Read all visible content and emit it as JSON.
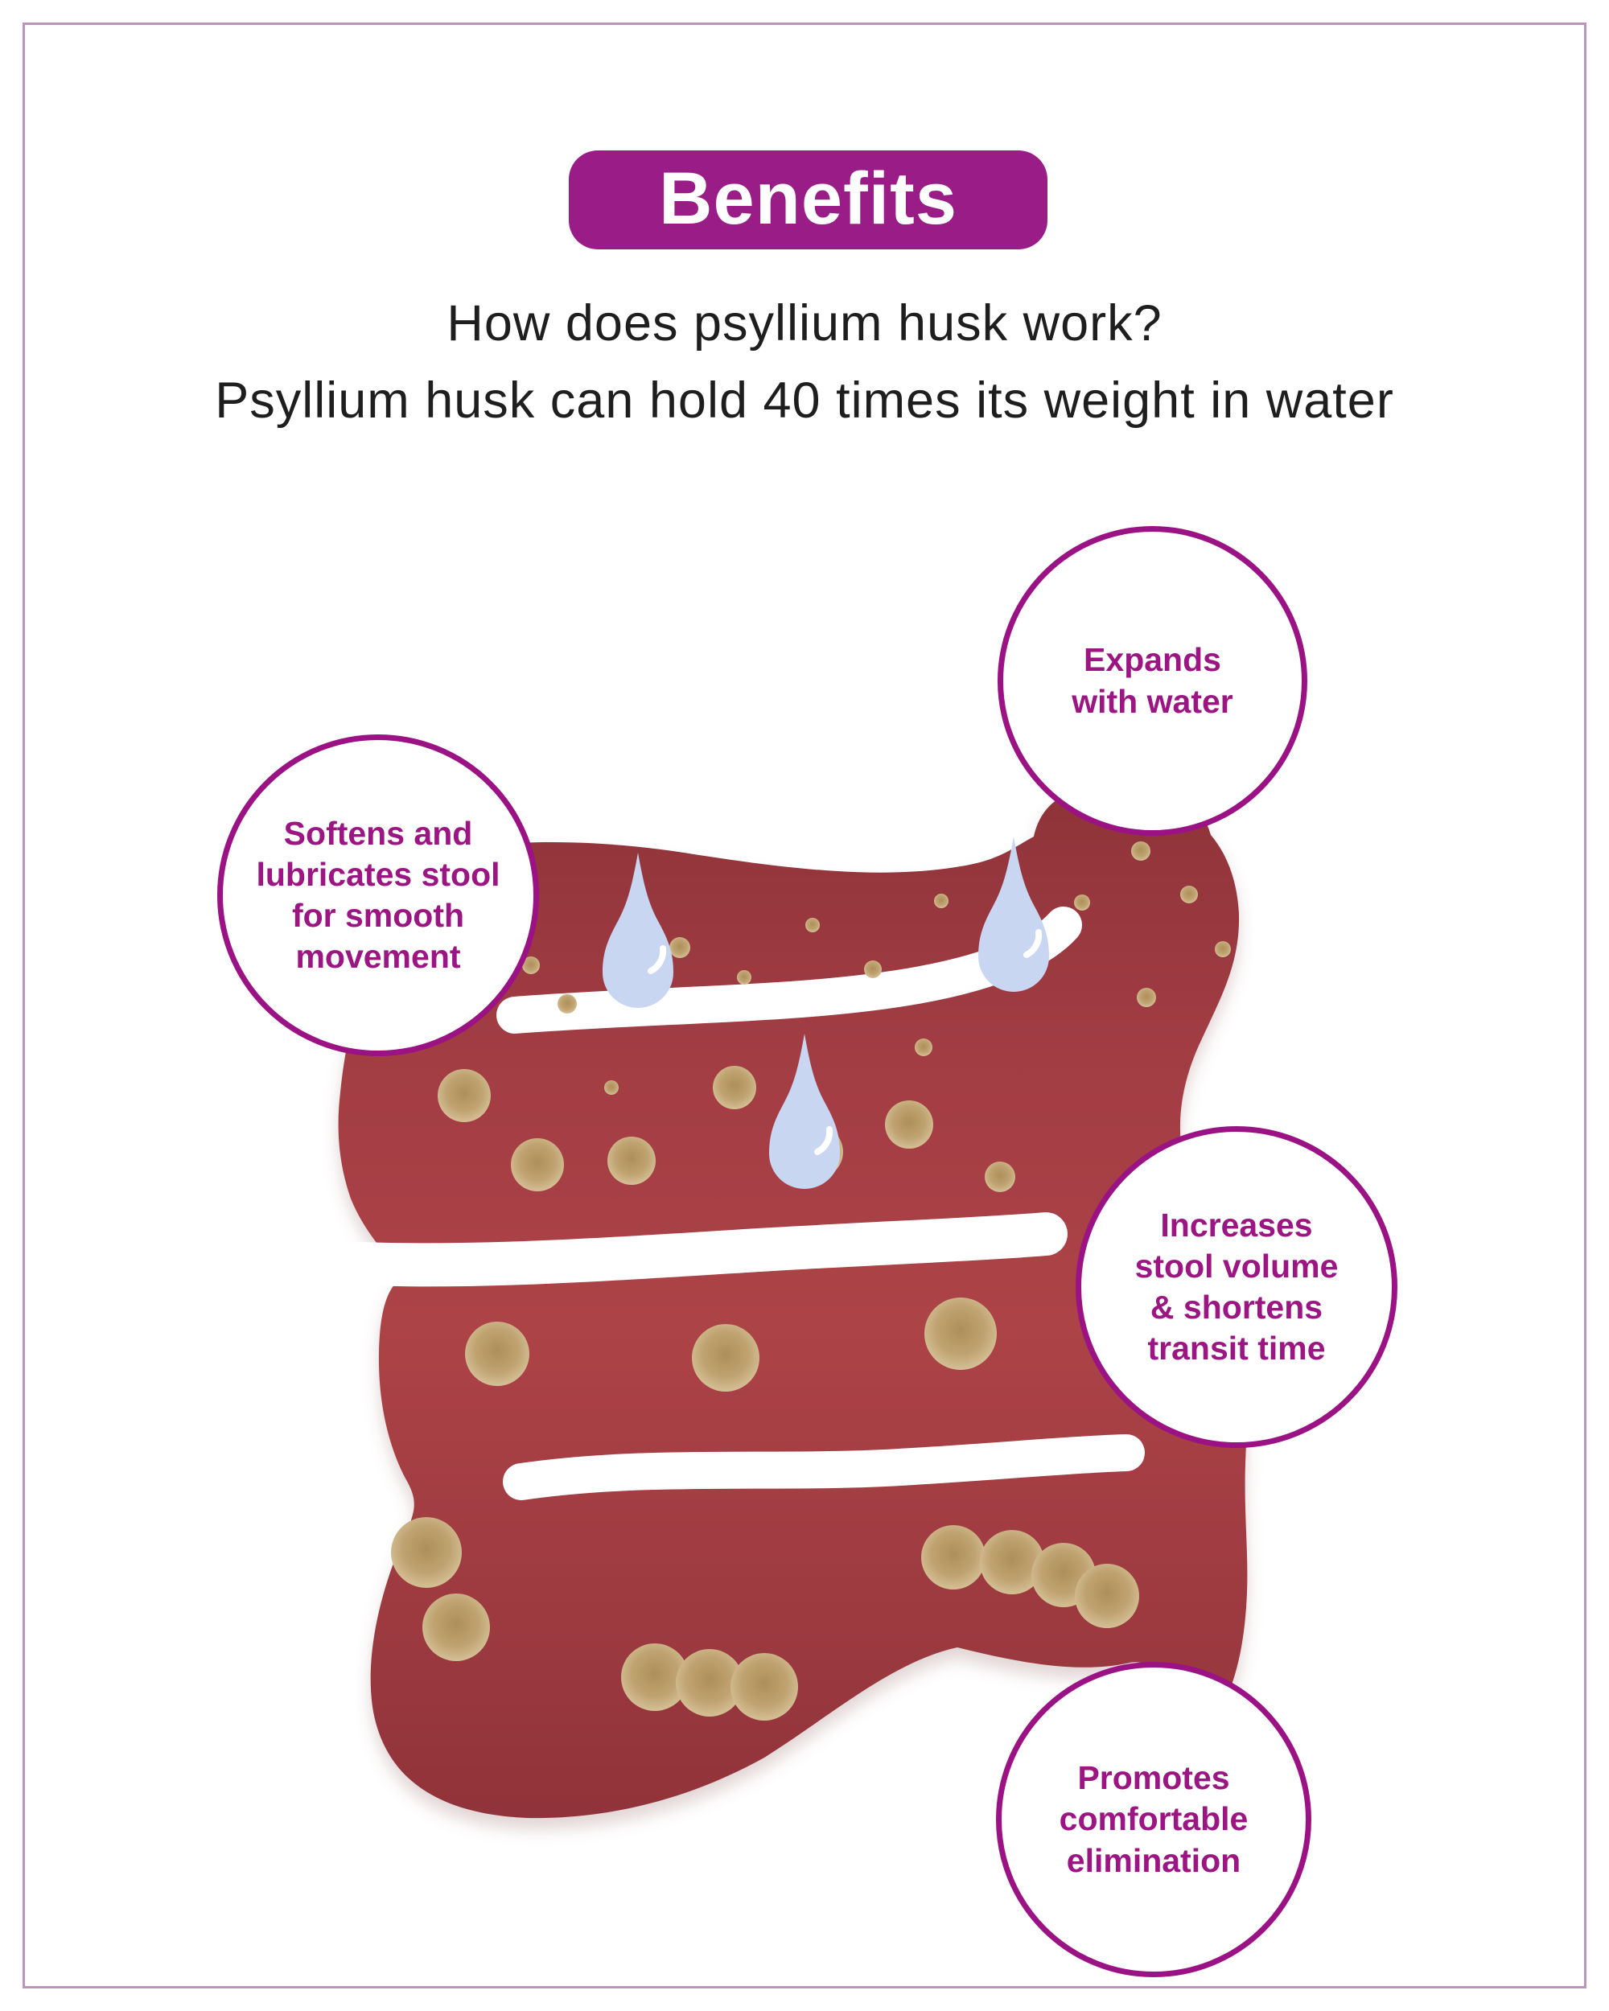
{
  "badge": {
    "label": "Benefits"
  },
  "heading": {
    "line1": "How does psyllium husk work?",
    "line2": "Psyllium husk can hold 40 times its weight in water"
  },
  "callouts": [
    {
      "id": "expands-with-water",
      "label": "Expands\nwith water"
    },
    {
      "id": "softens-lubricates",
      "label": "Softens and\nlubricates stool\nfor smooth\nmovement"
    },
    {
      "id": "increases-volume",
      "label": "Increases\nstool volume\n& shortens\ntransit time"
    },
    {
      "id": "promotes-elimination",
      "label": "Promotes\ncomfortable\nelimination"
    }
  ],
  "illustration": {
    "description": "Winding intestine tube with psyllium particles and water drops",
    "water_drop_count": 3
  },
  "colors": {
    "accent_purple": "#9A1C87",
    "callout_text": "#9B1583",
    "callout_border": "#9B1285",
    "intestine_red": "#AC4347",
    "particle_tan": "#C0A372",
    "water_blue": "#C9D6F2",
    "frame": "#BD94BD",
    "heading_text": "#1E1E1E"
  }
}
